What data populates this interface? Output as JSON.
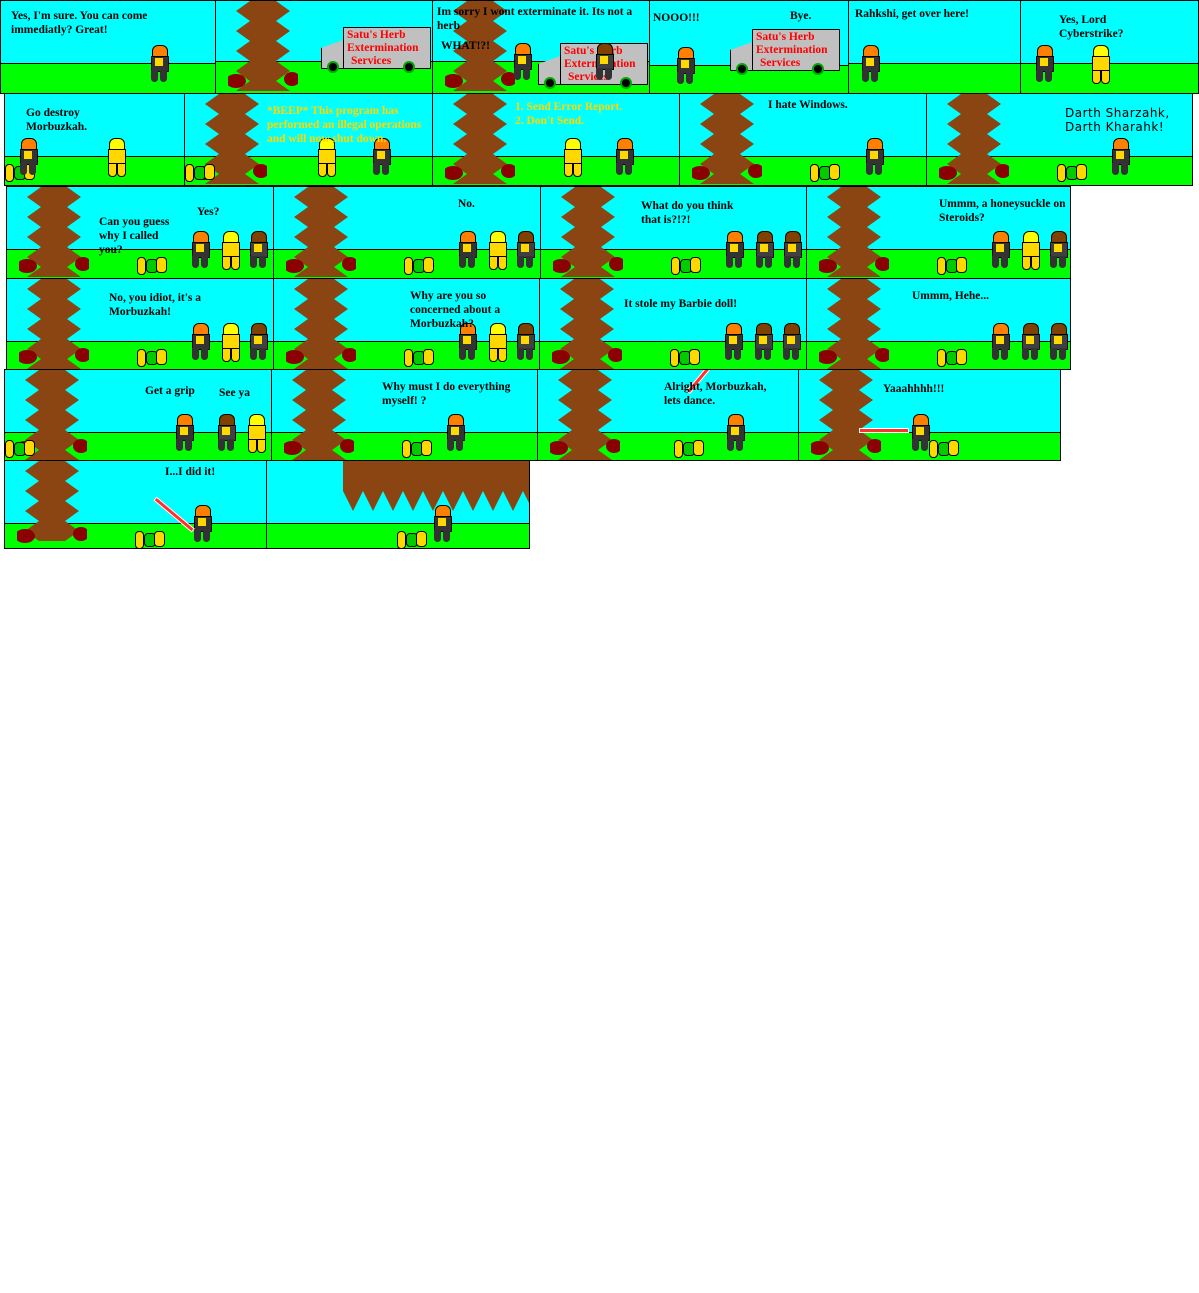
{
  "colors": {
    "sky": "#00ffff",
    "ground": "#00ff00",
    "tree": "#8b4513",
    "van_text": "#ff0000",
    "error_text": "#ffd800"
  },
  "van": {
    "line1": "Satu's Herb",
    "line2": "Extermination",
    "line3": "Services"
  },
  "panels": [
    {
      "texts": [
        "Yes, I'm sure. You can come immediatly? Great!"
      ]
    },
    {
      "texts": []
    },
    {
      "texts": [
        "Im sorry I wont exterminate it. Its not a herb",
        "WHAT!?!"
      ]
    },
    {
      "texts": [
        "NOOO!!!",
        "Bye."
      ]
    },
    {
      "texts": [
        "Rahkshi, get over here!"
      ]
    },
    {
      "texts": [
        "Yes, Lord Cyberstrike?"
      ]
    },
    {
      "texts": [
        "Go destroy Morbuzkah."
      ]
    },
    {
      "texts": [
        "*BEEP* This program has performed an illegal operations and will now shut down."
      ]
    },
    {
      "texts": [
        "1. Send Error Report. 2. Don't Send."
      ]
    },
    {
      "texts": [
        "I hate Windows."
      ]
    },
    {
      "texts": [
        "Darth Sharzahk, Darth Kharahk!"
      ]
    },
    {
      "texts": [
        "Can you guess why I called you?",
        "Yes?"
      ]
    },
    {
      "texts": [
        "No."
      ]
    },
    {
      "texts": [
        "What do you think that is?!?!"
      ]
    },
    {
      "texts": [
        "Ummm, a honeysuckle on Steroids?"
      ]
    },
    {
      "texts": [
        "No, you idiot, it's a Morbuzkah!"
      ]
    },
    {
      "texts": [
        "Why are you so concerned about a Morbuzkah?"
      ]
    },
    {
      "texts": [
        "It stole my Barbie doll!"
      ]
    },
    {
      "texts": [
        "Ummm, Hehe..."
      ]
    },
    {
      "texts": [
        "Get a grip",
        "See ya"
      ]
    },
    {
      "texts": [
        "Why must I do everything myself! ?"
      ]
    },
    {
      "texts": [
        "Alright, Morbuzkah, lets dance."
      ]
    },
    {
      "texts": [
        "Yaaahhhh!!!"
      ]
    },
    {
      "texts": [
        "I...I did it!"
      ]
    },
    {
      "texts": []
    }
  ]
}
